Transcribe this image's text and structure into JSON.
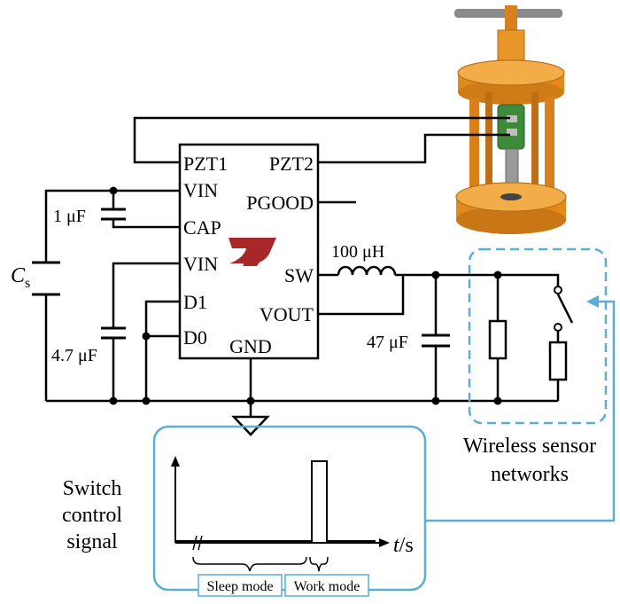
{
  "chip": {
    "pins_left": [
      "PZT1",
      "VIN",
      "CAP",
      "VIN",
      "D1",
      "D0"
    ],
    "pins_right": [
      "PZT2",
      "PGOOD",
      "SW",
      "VOUT"
    ],
    "pin_bottom": "GND"
  },
  "components": {
    "cap_1": "1 μF",
    "cap_s_main": "C",
    "cap_s_sub": "s",
    "cap_47": "4.7 μF",
    "inductor": "100 μH",
    "cap_out": "47 μF"
  },
  "labels": {
    "wsn_line1": "Wireless sensor",
    "wsn_line2": "networks",
    "switch_line1": "Switch",
    "switch_line2": "control",
    "switch_line3": "signal",
    "time_axis": "t",
    "time_unit": "/s",
    "sleep_mode": "Sleep mode",
    "work_mode": "Work mode"
  },
  "colors": {
    "box_stroke": "#5aaed4",
    "logo": "#a8282a",
    "device_orange": "#e08a1e",
    "device_green": "#3d8a3a"
  }
}
